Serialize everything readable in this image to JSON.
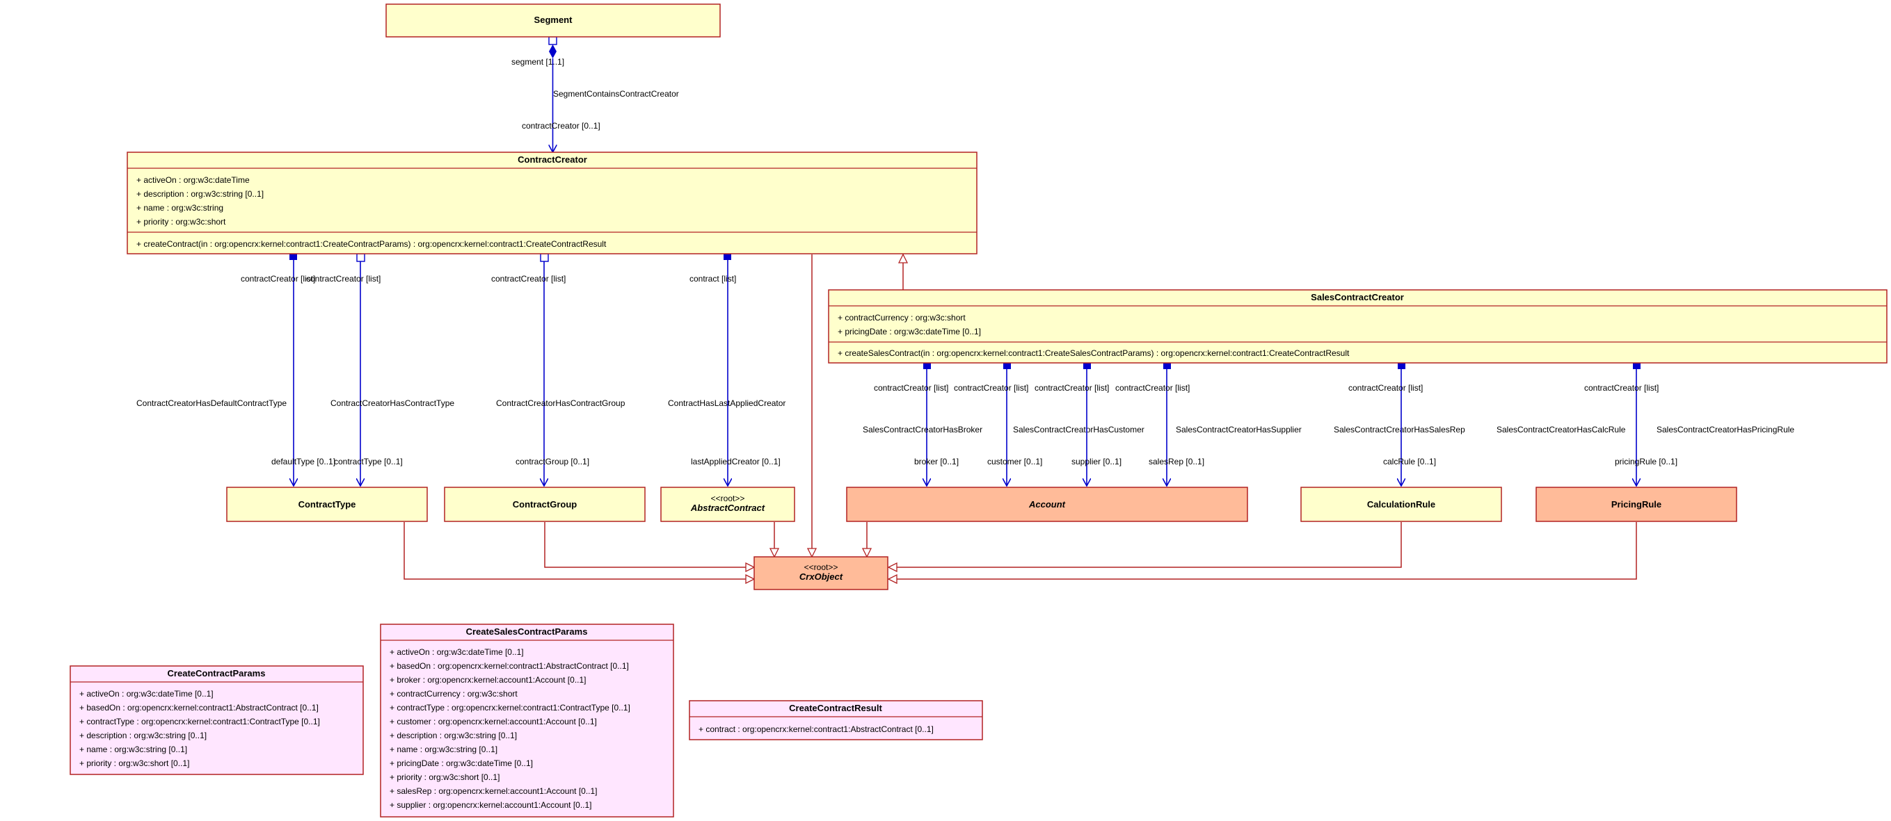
{
  "classes": {
    "segment": {
      "name": "Segment"
    },
    "contract_creator": {
      "name": "ContractCreator",
      "attributes": [
        "+ activeOn : org:w3c:dateTime",
        "+ description : org:w3c:string [0..1]",
        "+ name : org:w3c:string",
        "+ priority : org:w3c:short"
      ],
      "operations": [
        "+ createContract(in : org:opencrx:kernel:contract1:CreateContractParams) : org:opencrx:kernel:contract1:CreateContractResult"
      ]
    },
    "sales_contract_creator": {
      "name": "SalesContractCreator",
      "attributes": [
        "+ contractCurrency : org:w3c:short",
        "+ pricingDate : org:w3c:dateTime [0..1]"
      ],
      "operations": [
        "+ createSalesContract(in : org:opencrx:kernel:contract1:CreateSalesContractParams) : org:opencrx:kernel:contract1:CreateContractResult"
      ]
    },
    "contract_type": {
      "name": "ContractType"
    },
    "contract_group": {
      "name": "ContractGroup"
    },
    "abstract_contract": {
      "stereotype": "<<root>>",
      "name": "AbstractContract"
    },
    "account": {
      "name": "Account"
    },
    "calculation_rule": {
      "name": "CalculationRule"
    },
    "pricing_rule": {
      "name": "PricingRule"
    },
    "crx_object": {
      "stereotype": "<<root>>",
      "name": "CrxObject"
    },
    "create_contract_params": {
      "name": "CreateContractParams",
      "attributes": [
        "+ activeOn : org:w3c:dateTime [0..1]",
        "+ basedOn : org:opencrx:kernel:contract1:AbstractContract [0..1]",
        "+ contractType : org:opencrx:kernel:contract1:ContractType [0..1]",
        "+ description : org:w3c:string [0..1]",
        "+ name : org:w3c:string [0..1]",
        "+ priority : org:w3c:short [0..1]"
      ]
    },
    "create_sales_contract_params": {
      "name": "CreateSalesContractParams",
      "attributes": [
        "+ activeOn : org:w3c:dateTime [0..1]",
        "+ basedOn : org:opencrx:kernel:contract1:AbstractContract [0..1]",
        "+ broker : org:opencrx:kernel:account1:Account [0..1]",
        "+ contractCurrency : org:w3c:short",
        "+ contractType : org:opencrx:kernel:contract1:ContractType [0..1]",
        "+ customer : org:opencrx:kernel:account1:Account [0..1]",
        "+ description : org:w3c:string [0..1]",
        "+ name : org:w3c:string [0..1]",
        "+ pricingDate : org:w3c:dateTime [0..1]",
        "+ priority : org:w3c:short [0..1]",
        "+ salesRep : org:opencrx:kernel:account1:Account [0..1]",
        "+ supplier : org:opencrx:kernel:account1:Account [0..1]"
      ]
    },
    "create_contract_result": {
      "name": "CreateContractResult",
      "attributes": [
        "+ contract : org:opencrx:kernel:contract1:AbstractContract [0..1]"
      ]
    }
  },
  "associations": {
    "segment_contains": {
      "name": "SegmentContainsContractCreator",
      "source_end": "segment [1..1]",
      "target_end": "contractCreator [0..1]"
    },
    "default_contract_type": {
      "name": "ContractCreatorHasDefaultContractType",
      "source_end": "contractCreator [list]",
      "target_end": "defaultType [0..1]"
    },
    "has_contract_type": {
      "name": "ContractCreatorHasContractType",
      "source_end": "contractCreator [list]",
      "target_end": "contractType [0..1]"
    },
    "has_contract_group": {
      "name": "ContractCreatorHasContractGroup",
      "source_end": "contractCreator [list]",
      "target_end": "contractGroup [0..1]"
    },
    "last_applied": {
      "name": "ContractHasLastAppliedCreator",
      "source_end": "contract [list]",
      "target_end": "lastAppliedCreator [0..1]"
    },
    "has_broker": {
      "name": "SalesContractCreatorHasBroker",
      "source_end": "contractCreator [list]",
      "target_end": "broker [0..1]"
    },
    "has_customer": {
      "name": "SalesContractCreatorHasCustomer",
      "source_end": "contractCreator [list]",
      "target_end": "customer [0..1]"
    },
    "has_supplier": {
      "name": "SalesContractCreatorHasSupplier",
      "source_end": "contractCreator [list]",
      "target_end": "supplier [0..1]"
    },
    "has_sales_rep": {
      "name": "SalesContractCreatorHasSalesRep",
      "source_end": "contractCreator [list]",
      "target_end": "salesRep [0..1]"
    },
    "has_calc_rule": {
      "name": "SalesContractCreatorHasCalcRule",
      "source_end": "contractCreator [list]",
      "target_end": "calcRule [0..1]"
    },
    "has_pricing_rule": {
      "name": "SalesContractCreatorHasPricingRule",
      "source_end": "contractCreator [list]",
      "target_end": "pricingRule [0..1]"
    }
  },
  "colors": {
    "class_fill": "#ffffcc",
    "external_class_fill": "#ffbb99",
    "datatype_fill": "#ffe6ff",
    "class_border": "#b22222",
    "association": "#0000cc"
  }
}
